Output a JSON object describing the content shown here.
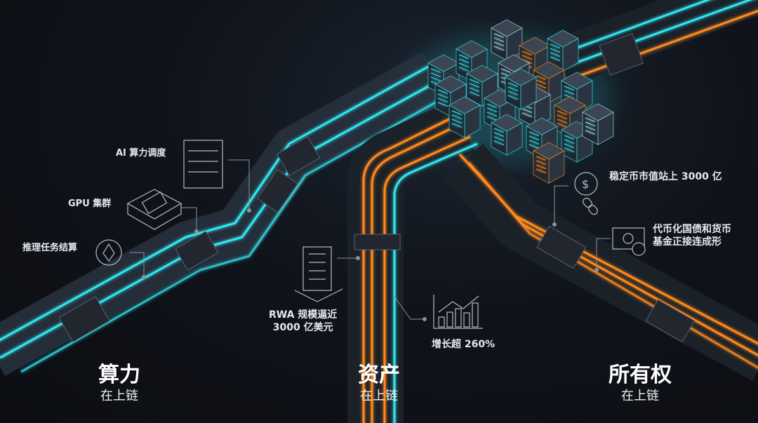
{
  "colors": {
    "background": "#0e1016",
    "cyan": "#2fe6f0",
    "orange": "#ff8a1f",
    "icon_line": "#9aa3ad"
  },
  "callouts": {
    "ai_compute": "AI 算力调度",
    "gpu_cluster": "GPU 集群",
    "inference_settlement": "推理任务结算",
    "rwa_line1": "RWA 规模逼近",
    "rwa_line2": "3000 亿美元",
    "growth": "增长超 260%",
    "stablecoin": "稳定币市值站上 3000 亿",
    "tokenized_line1": "代币化国债和货币",
    "tokenized_line2": "基金正接连成形"
  },
  "sections": [
    {
      "title": "算力",
      "subtitle": "在上链"
    },
    {
      "title": "资产",
      "subtitle": "在上链"
    },
    {
      "title": "所有权",
      "subtitle": "在上链"
    }
  ]
}
